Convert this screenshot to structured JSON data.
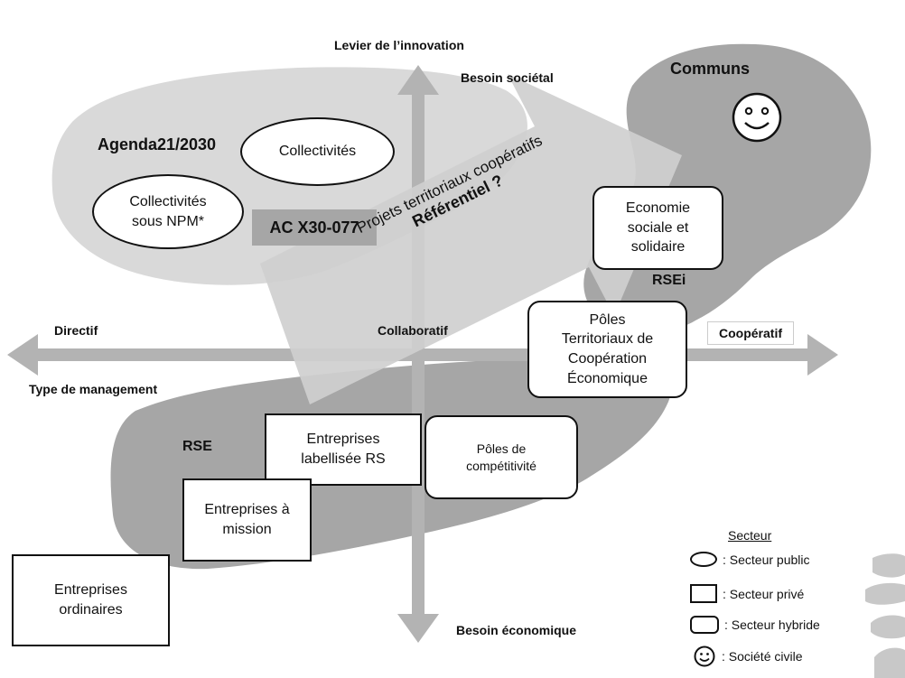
{
  "axes": {
    "top": "Levier de l’innovation",
    "bottom_title": "Type de management",
    "left": "Directif",
    "center": "Collaboratif",
    "right": "Coopératif",
    "upper": "Besoin sociétal",
    "lower": "Besoin économique"
  },
  "zones": {
    "agenda": "Agenda21/2030",
    "communs": "Communs",
    "rsei": "RSEi",
    "rse": "RSE"
  },
  "standard_box": "AC X30-077",
  "arrow_text": {
    "line1": "Projets territoriaux coopératifs",
    "line2": "Référentiel ?"
  },
  "nodes": {
    "collectivites": "Collectivités",
    "collectivites_npm": [
      "Collectivités",
      "sous NPM*"
    ],
    "ess": [
      "Economie",
      "sociale et",
      "solidaire"
    ],
    "ptce": [
      "Pôles",
      "Territoriaux de",
      "Coopération",
      "Économique"
    ],
    "labellisee": [
      "Entreprises",
      "labellisée RS"
    ],
    "poles_competitivite": [
      "Pôles de",
      "compétitivité"
    ],
    "mission": [
      "Entreprises à",
      "mission"
    ],
    "ordinaires": [
      "Entreprises",
      "ordinaires"
    ]
  },
  "legend": {
    "title": "Secteur",
    "public": ": Secteur public",
    "prive": ": Secteur privé",
    "hybride": ": Secteur hybride",
    "civile": ": Société civile"
  },
  "colors": {
    "blob_dark": "#a6a6a6",
    "blob_light": "#d9d9d9",
    "axis": "#b3b3b3",
    "arrow": "#d0d0d0",
    "standard_box": "#a6a6a6"
  }
}
